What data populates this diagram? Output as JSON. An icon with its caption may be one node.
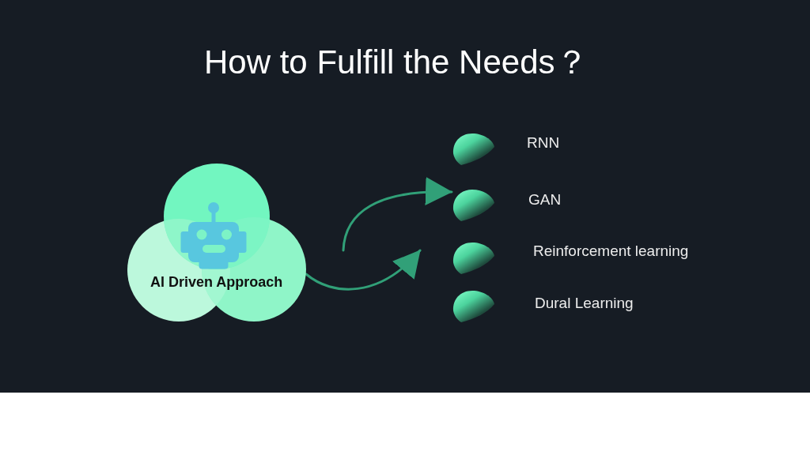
{
  "diagram": {
    "title": "How to Fulfill the Needs？",
    "nodes": [
      {
        "text": [
          "AI Driven Approach"
        ]
      },
      {
        "text": [
          "RNN"
        ]
      },
      {
        "text": [
          "GAN"
        ]
      },
      {
        "text": [
          "Reinforcement learning"
        ]
      },
      {
        "text": [
          "Dural Learning"
        ]
      }
    ],
    "edges": [
      {
        "from": null,
        "to": 2,
        "arrow": "to"
      },
      {
        "from": 0,
        "to": null,
        "arrow": "to"
      }
    ]
  }
}
